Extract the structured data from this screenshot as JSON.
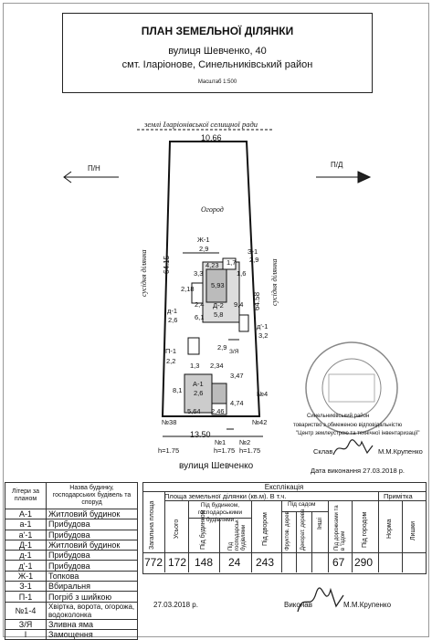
{
  "header": {
    "title": "ПЛАН ЗЕМЕЛЬНОЇ ДІЛЯНКИ",
    "street": "вулиця Шевченко,  40",
    "settlement": "смт. Іларіонове, Синельниківський район",
    "scale": "Масштаб 1:500"
  },
  "plan": {
    "north_neighbor": "землі Іларіонівської селищної ради",
    "top_width": "10.66",
    "bottom_width": "13.50",
    "left_length": "64.15",
    "right_length": "64.58",
    "left_neighbor": "сусідня ділянка",
    "right_neighbor": "сусідня ділянка",
    "garden": "Огород",
    "street_label": "вулиця Шевченко",
    "arrow_left": "П/Н",
    "arrow_right": "П/Д",
    "labels": {
      "zh1": "Ж-1",
      "zh1_val": "2,9",
      "z1": "З-1",
      "z1_val": "2,9",
      "d2": "Д-2",
      "d2_val": "5,8",
      "d1": "д-1",
      "d1_val": "2,6",
      "dp1": "д'-1",
      "dp1_val": "3,2",
      "p1": "П-1",
      "p1_val": "2,2",
      "a1": "А-1",
      "a1_val": "2,6",
      "zya": "З/Я",
      "d4_23": "4,23",
      "d1_7": "1,7",
      "d3_3": "3,3",
      "d5_93": "5,93",
      "d1_6": "1,6",
      "d2_18": "2,18",
      "d2_4": "2,4",
      "d6_1": "6,1",
      "d9_4": "9,4",
      "d2_9": "2,9",
      "d1_3": "1,3",
      "d2_34": "2,34",
      "d8_1": "8,1",
      "d3_47": "3,47",
      "d4_74": "4,74",
      "d5_64": "5,64",
      "d2_46": "2,46",
      "n4": "№4",
      "n38": "№38",
      "n1": "№1",
      "n2": "№2",
      "n42": "№42",
      "h1": "h=1.75",
      "h2": "h=1.75",
      "h3": "h=1.75"
    }
  },
  "stamp": {
    "org_line1": "Синельниківський район",
    "org_line2": "товариство з обмеженою відповідальністю",
    "org_line3": "\"Центр землеустрою та технічної інвентаризації\"",
    "made_label": "Склав",
    "made_name": "М.М.Крупенко",
    "date_label": "Дата виконання 27.03.2018 р."
  },
  "legend": {
    "header_col1": "Літери за планом",
    "header_col2": "Назва будинку, господарських будівель та споруд",
    "rows": [
      {
        "code": "А-1",
        "name": "Житловий будинок"
      },
      {
        "code": "а-1",
        "name": "Прибудова"
      },
      {
        "code": "а'-1",
        "name": "Прибудова"
      },
      {
        "code": "Д-1",
        "name": "Житловий будинок"
      },
      {
        "code": "д-1",
        "name": "Прибудова"
      },
      {
        "code": "д'-1",
        "name": "Прибудова"
      },
      {
        "code": "Ж-1",
        "name": "Топкова"
      },
      {
        "code": "З-1",
        "name": "Вбиральня"
      },
      {
        "code": "П-1",
        "name": "Погріб з шийкою"
      },
      {
        "code": "№1-4",
        "name": "Хвіртка, ворота, огорожа, водоколонка"
      },
      {
        "code": "З/Я",
        "name": "Зливна яма"
      },
      {
        "code": "І",
        "name": "Замощення"
      }
    ]
  },
  "explication": {
    "title": "Експлікація",
    "area_header": "Площа земельної ділянки (кв.м). В т.ч.",
    "note_header": "Примітка",
    "under_buildings": "Під будинком, господарськими будівлями",
    "under_garden": "Під садом",
    "cols": {
      "total": "Загальна площа",
      "all": "Усього",
      "under_house": "Під будинком",
      "under_aux": "Під господарськ будівлями",
      "yard": "Під двором",
      "fruit": "Фруктов. дерев",
      "decor": "Декорат. дерева",
      "other": "Інші",
      "roads": "Під дорожками та в 'їздом",
      "vegetable": "Під городом",
      "norm": "Норма",
      "excess": "Лишки"
    },
    "values": {
      "total": "772",
      "all": "172",
      "under_house": "148",
      "under_aux": "24",
      "yard": "243",
      "fruit": "",
      "decor": "",
      "other": "",
      "roads": "67",
      "vegetable": "290",
      "norm": "",
      "excess": ""
    }
  },
  "footer": {
    "date": "27.03.2018 р.",
    "done_label": "Виконав",
    "done_name": "М.М.Крупенко"
  }
}
